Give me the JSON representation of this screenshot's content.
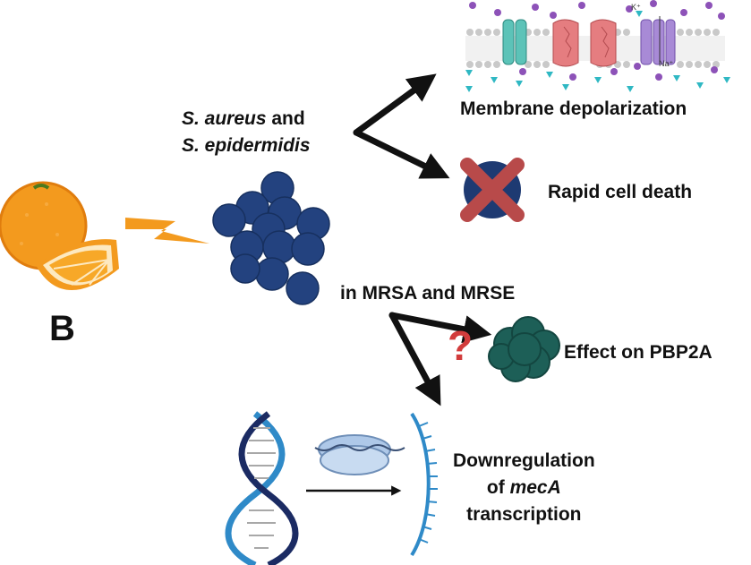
{
  "panel_letter": "B",
  "organisms": {
    "line1_species": "S. aureus",
    "line1_suffix": " and",
    "line2_species": "S. epidermidis"
  },
  "resistant": {
    "label": "in MRSA and MRSE"
  },
  "outcomes": {
    "depolarization": "Membrane depolarization",
    "cell_death": "Rapid cell death",
    "pbp2a": "Effect on PBP2A",
    "meca_line1": "Downregulation",
    "meca_line2_prefix": "of ",
    "meca_line2_gene": "mecA",
    "meca_line3": "transcription"
  },
  "membrane": {
    "ion_k": "K⁺",
    "ion_na": "Na⁺"
  },
  "question_mark": "?",
  "colors": {
    "orange": "#f39a1e",
    "bacteria": "#23427f",
    "cross": "#b84a4a",
    "pbp2a": "#1d5f57",
    "question": "#d23c3c",
    "dna_blue": "#2f8ac8",
    "dna_navy": "#1b2b63"
  },
  "icons": [
    "orange-fruit-icon",
    "lightning-icon",
    "bacteria-cluster-icon",
    "membrane-channels-icon",
    "dead-cell-icon",
    "protein-icon",
    "dna-helix-icon",
    "ribosome-icon",
    "mrna-strand-icon"
  ]
}
